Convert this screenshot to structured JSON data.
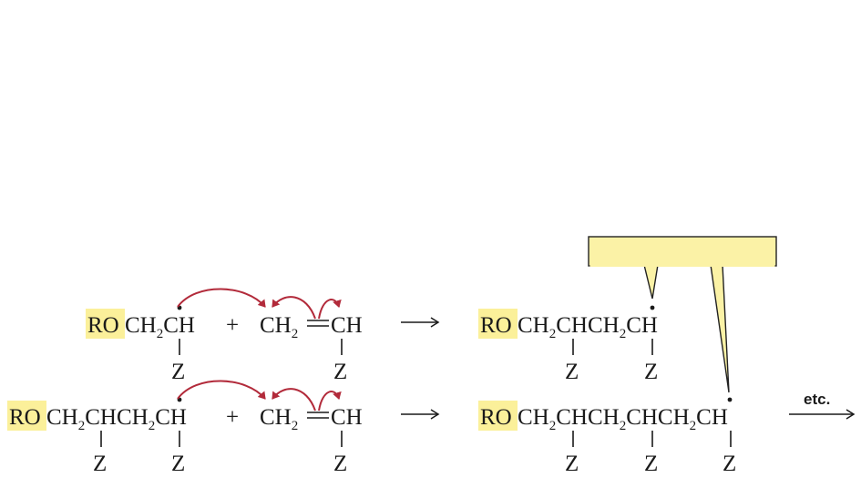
{
  "highlight_color": "#fbf09a",
  "callout_color": "#fbf2a6",
  "arrow_color": "#b22a3a",
  "row1": {
    "radical": {
      "ro": "RO",
      "ch2": "CH",
      "two": "2",
      "ch": "CH",
      "dot": "•",
      "z": "Z"
    },
    "plus": "+",
    "monomer": {
      "ch2": "CH",
      "two": "2",
      "ch": "CH",
      "z": "Z"
    },
    "product": {
      "ro": "RO",
      "chain": "CH",
      "two_a": "2",
      "mid": "CHCH",
      "two_b": "2",
      "ch": "CH",
      "dot": "•",
      "z1": "Z",
      "z2": "Z"
    }
  },
  "row2": {
    "radical": {
      "ro": "RO",
      "chain": "CH",
      "two_a": "2",
      "mid": "CHCH",
      "two_b": "2",
      "ch": "CH",
      "dot": "•",
      "z1": "Z",
      "z2": "Z"
    },
    "plus": "+",
    "monomer": {
      "ch2": "CH",
      "two": "2",
      "ch": "CH",
      "z": "Z"
    },
    "product": {
      "ro": "RO",
      "chain": "CH",
      "two_a": "2",
      "mid1": "CHCH",
      "two_b": "2",
      "mid2": "CHCH",
      "two_c": "2",
      "ch": "CH",
      "dot": "•",
      "z1": "Z",
      "z2": "Z",
      "z3": "Z"
    },
    "etc": "etc."
  }
}
